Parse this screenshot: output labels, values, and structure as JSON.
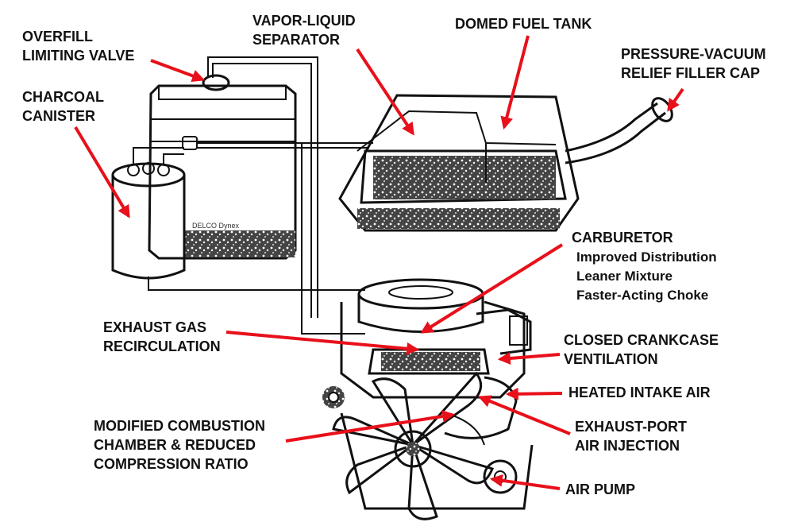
{
  "labels": {
    "overfill": [
      "OVERFILL",
      "LIMITING VALVE"
    ],
    "canister": [
      "CHARCOAL",
      "CANISTER"
    ],
    "separator": [
      "VAPOR-LIQUID",
      "SEPARATOR"
    ],
    "tank": [
      "DOMED FUEL TANK"
    ],
    "cap": [
      "PRESSURE-VACUUM",
      "RELIEF FILLER CAP"
    ],
    "carb": [
      "CARBURETOR",
      "Improved Distribution",
      "Leaner Mixture",
      "Faster-Acting Choke"
    ],
    "egr": [
      "EXHAUST GAS",
      "RECIRCULATION"
    ],
    "pcv": [
      "CLOSED CRANKCASE",
      "VENTILATION"
    ],
    "heated": [
      "HEATED INTAKE AIR"
    ],
    "combustion": [
      "MODIFIED COMBUSTION",
      "CHAMBER & REDUCED",
      "COMPRESSION RATIO"
    ],
    "injection": [
      "EXHAUST-PORT",
      "AIR INJECTION"
    ],
    "pump": [
      "AIR PUMP"
    ]
  },
  "colors": {
    "arrow": "#e8101a",
    "ink": "#111111",
    "background": "#ffffff"
  }
}
